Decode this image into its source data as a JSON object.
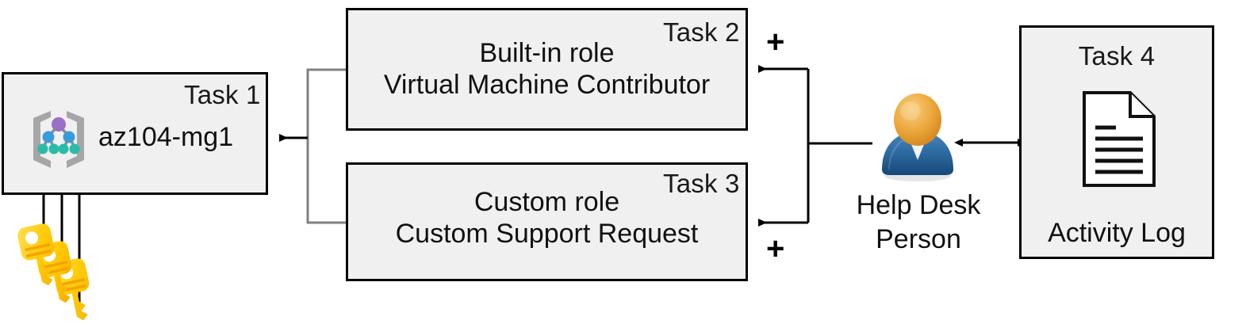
{
  "diagram": {
    "title": "Azure RBAC task diagram",
    "background_color": "#FFFFFF",
    "box_fill_color": "#F0F0F0",
    "box_border_color": "#000000",
    "connector_color": "#000000",
    "connector_color_secondary": "#808080"
  },
  "nodes": [
    {
      "id": "task1",
      "task_label": "Task 1",
      "text": "az104-mg1",
      "icon": "management-group-icon",
      "icon_colors": {
        "bracket": "#A6A6A6",
        "root_node": "#9B6FC6",
        "mid_node": "#3A9BDC",
        "leaf_node": "#2BBBA8",
        "link": "#8C8C8C"
      }
    },
    {
      "id": "task2",
      "task_label": "Task 2",
      "line1": "Built-in role",
      "line2": "Virtual Machine Contributor"
    },
    {
      "id": "task3",
      "task_label": "Task 3",
      "line1": "Custom role",
      "line2": "Custom Support Request"
    },
    {
      "id": "task4",
      "task_label": "Task 4",
      "text": "Activity Log",
      "icon": "document-icon"
    }
  ],
  "actor": {
    "id": "help-desk-person",
    "icon": "person-icon",
    "caption_line1": "Help Desk",
    "caption_line2": "Person",
    "head_color": "#E8A33D",
    "head_color_light": "#F6C36B",
    "body_color": "#2E6DA4",
    "body_color_dark": "#1F5280",
    "collar_color": "#FFFFFF"
  },
  "keys": {
    "id": "access-keys",
    "icon": "key-icon",
    "count": 3,
    "color_light": "#FFD524",
    "color_mid": "#FDC500",
    "color_dark": "#F5A623",
    "hole_color": "#FFFFFF"
  },
  "operators": [
    {
      "id": "plus-top",
      "symbol": "+"
    },
    {
      "id": "plus-bottom",
      "symbol": "+"
    }
  ],
  "connectors": [
    {
      "id": "roles-to-mg",
      "from": "task2/task3",
      "to": "task1",
      "arrow": "single"
    },
    {
      "id": "person-to-roles",
      "from": "help-desk-person",
      "to": "task2/task3",
      "arrow": "single"
    },
    {
      "id": "person-to-activity-log",
      "from": "help-desk-person",
      "to": "task4",
      "arrow": "double"
    },
    {
      "id": "keys-to-mg",
      "from": "access-keys",
      "to": "task1",
      "arrow": "single",
      "count": 3
    }
  ]
}
